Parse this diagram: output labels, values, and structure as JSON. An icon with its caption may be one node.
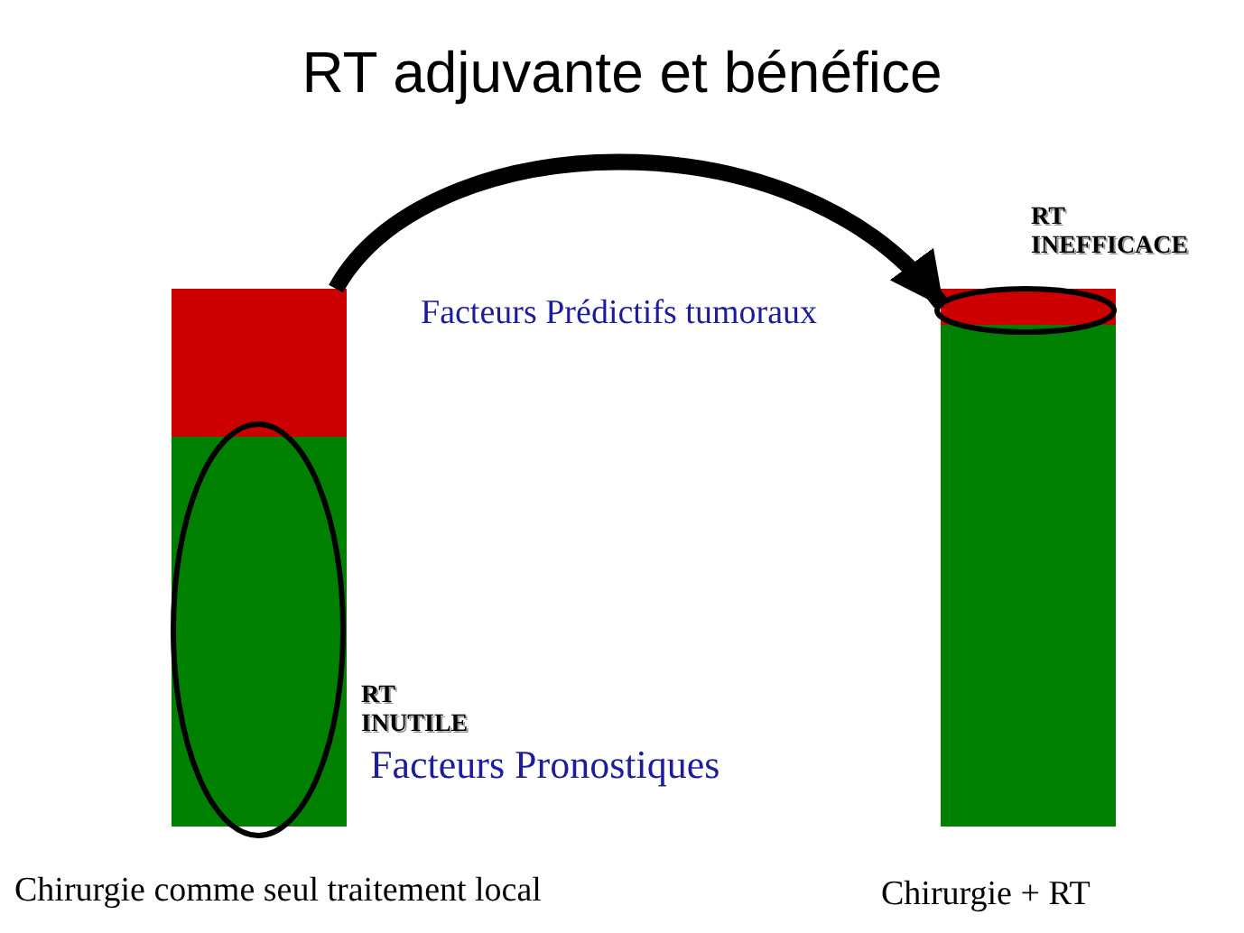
{
  "diagram": {
    "title": "RT adjuvante et bénéfice",
    "nodes": [
      {
        "text": [],
        "shape": "bar",
        "beside": [
          "Chirurgie comme seul traitement local"
        ]
      },
      {
        "text": [],
        "shape": "bar",
        "in": 0
      },
      {
        "text": [],
        "shape": "bar",
        "in": 0
      },
      {
        "text": [],
        "shape": "bar",
        "beside": [
          "Chirurgie + RT"
        ]
      },
      {
        "text": [],
        "shape": "bar",
        "in": 3
      },
      {
        "text": [],
        "shape": "bar",
        "in": 3
      }
    ],
    "edges": [
      {
        "from": 1,
        "to": 4,
        "arrow": "to"
      }
    ],
    "labels": [
      "RT INEFFICACE",
      "Facteurs Prédictifs tumoraux",
      "RT INUTILE",
      "Facteurs Pronostiques"
    ]
  }
}
